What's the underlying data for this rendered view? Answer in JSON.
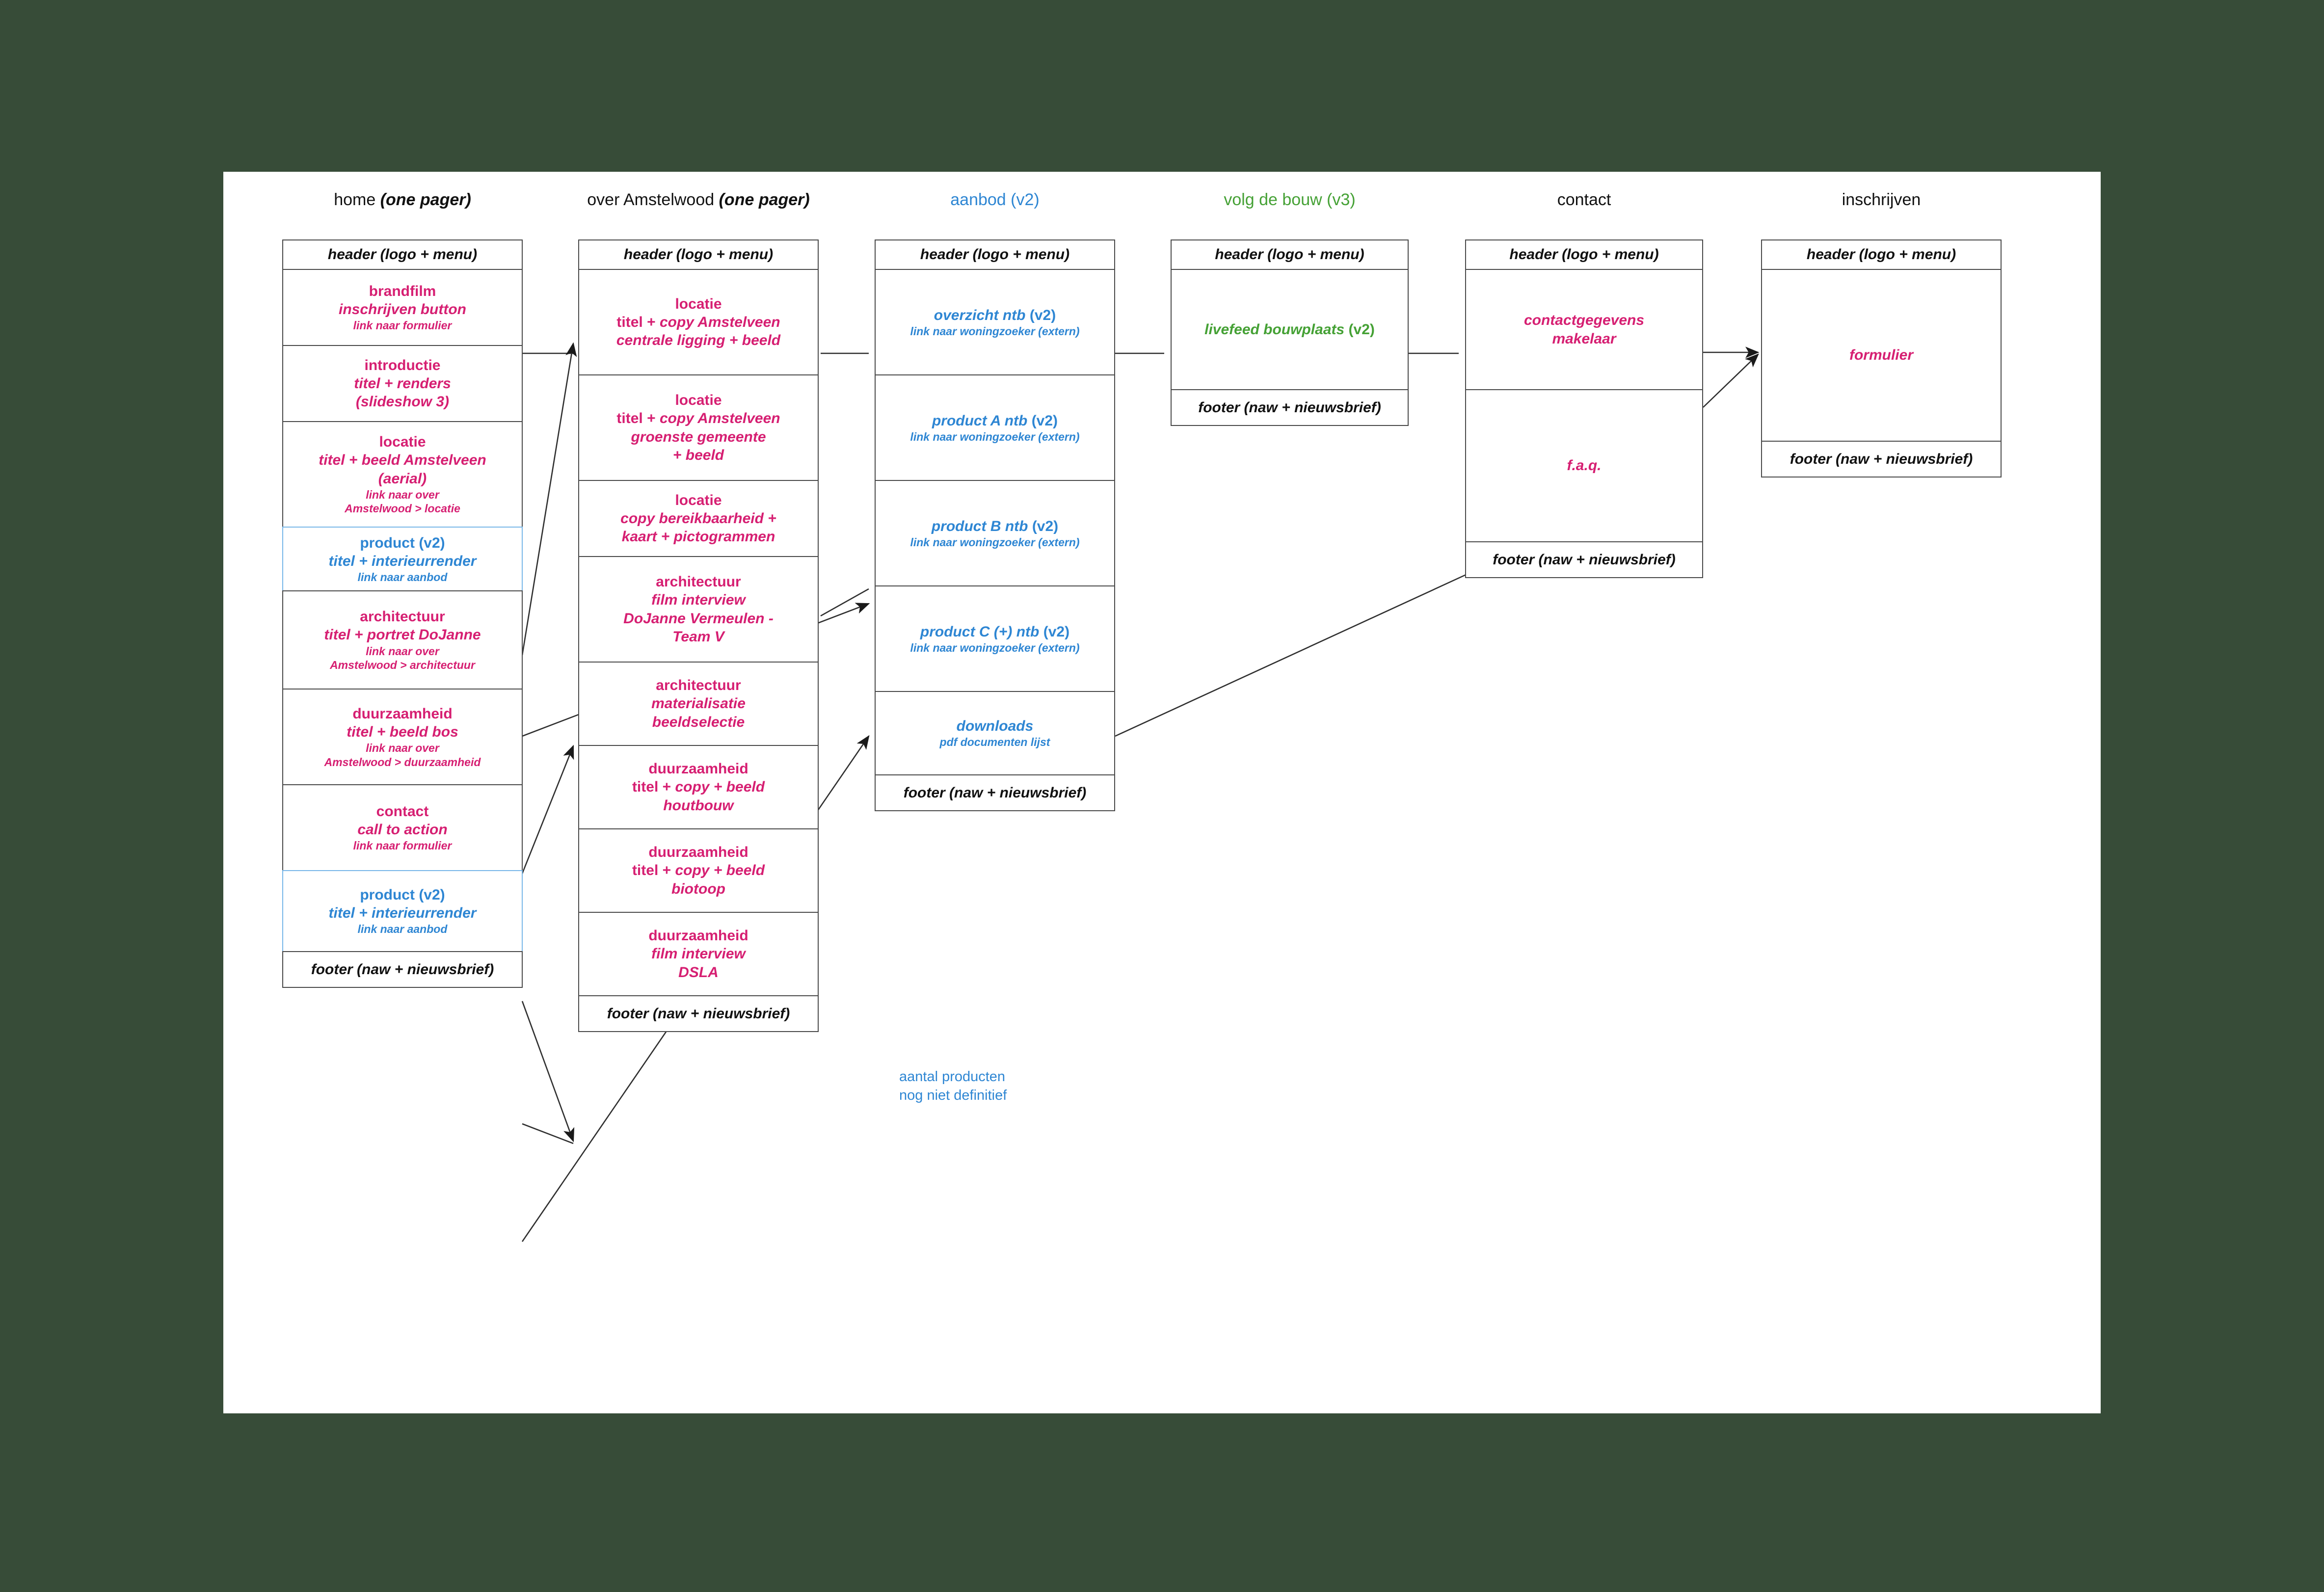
{
  "meta": {
    "canvas_background": "#ffffff",
    "page_background": "#374c38",
    "colors": {
      "pink": "#d61f72",
      "blue": "#2e86d3",
      "green": "#45a135",
      "black": "#111111",
      "box_border": "#4a4a4a",
      "blue_border": "#79b7e8"
    }
  },
  "note": {
    "line1": "aantal producten",
    "line2": "nog niet definitief"
  },
  "columns": [
    {
      "id": "home",
      "title_main": "home",
      "title_italic": "(one pager)",
      "title_color": "#111111",
      "blocks": [
        {
          "kind": "header",
          "lines": [
            {
              "text": "header (logo + menu)",
              "style": "hdr",
              "color": "black"
            }
          ]
        },
        {
          "kind": "content",
          "lines": [
            {
              "text": "brandfilm",
              "style": "t1",
              "color": "pink"
            },
            {
              "text": "inschrijven button",
              "style": "t2",
              "color": "pink"
            },
            {
              "text": "link naar formulier",
              "style": "t3",
              "color": "pink"
            }
          ]
        },
        {
          "kind": "content",
          "lines": [
            {
              "text": "introductie",
              "style": "t1",
              "color": "pink"
            },
            {
              "text": "titel + renders",
              "style": "t2",
              "color": "pink"
            },
            {
              "text": "(slideshow 3)",
              "style": "t2",
              "color": "pink"
            }
          ]
        },
        {
          "kind": "content",
          "lines": [
            {
              "text": "locatie",
              "style": "t1",
              "color": "pink"
            },
            {
              "text": "titel + beeld Amstelveen",
              "style": "t2",
              "color": "pink"
            },
            {
              "text": "(aerial)",
              "style": "t2",
              "color": "pink"
            },
            {
              "text": "link naar over",
              "style": "t3",
              "color": "pink"
            },
            {
              "text": "Amstelwood > locatie",
              "style": "t3",
              "color": "pink"
            }
          ]
        },
        {
          "kind": "content",
          "outline": "blue",
          "lines": [
            {
              "text": "product (v2)",
              "style": "t1",
              "color": "blue"
            },
            {
              "text": "titel + interieurrender",
              "style": "t2",
              "color": "blue"
            },
            {
              "text": "link naar aanbod",
              "style": "t3",
              "color": "blue"
            }
          ]
        },
        {
          "kind": "content",
          "lines": [
            {
              "text": "architectuur",
              "style": "t1",
              "color": "pink"
            },
            {
              "text": "titel + portret DoJanne",
              "style": "t2",
              "color": "pink"
            },
            {
              "text": "link naar over",
              "style": "t3",
              "color": "pink"
            },
            {
              "text": "Amstelwood > architectuur",
              "style": "t3",
              "color": "pink"
            }
          ]
        },
        {
          "kind": "content",
          "lines": [
            {
              "text": "duurzaamheid",
              "style": "t1",
              "color": "pink"
            },
            {
              "text": "titel + beeld bos",
              "style": "t2",
              "color": "pink"
            },
            {
              "text": "link naar over",
              "style": "t3",
              "color": "pink"
            },
            {
              "text": "Amstelwood > duurzaamheid",
              "style": "t3",
              "color": "pink"
            }
          ]
        },
        {
          "kind": "content",
          "lines": [
            {
              "text": "contact",
              "style": "t1",
              "color": "pink"
            },
            {
              "text": "call to action",
              "style": "t2",
              "color": "pink"
            },
            {
              "text": "link naar formulier",
              "style": "t3",
              "color": "pink"
            }
          ]
        },
        {
          "kind": "content",
          "outline": "blue",
          "lines": [
            {
              "text": "product (v2)",
              "style": "t1",
              "color": "blue"
            },
            {
              "text": "titel + interieurrender",
              "style": "t2",
              "color": "blue"
            },
            {
              "text": "link naar aanbod",
              "style": "t3",
              "color": "blue"
            }
          ]
        },
        {
          "kind": "footer",
          "lines": [
            {
              "text": "footer (naw + nieuwsbrief)",
              "style": "ftr",
              "color": "black"
            }
          ]
        }
      ]
    },
    {
      "id": "over-amstelwood",
      "title_main": "over Amstelwood",
      "title_italic": "(one pager)",
      "title_color": "#111111",
      "blocks": [
        {
          "kind": "header",
          "lines": [
            {
              "text": "header (logo + menu)",
              "style": "hdr",
              "color": "black"
            }
          ]
        },
        {
          "kind": "content",
          "lines": [
            {
              "text": "locatie",
              "style": "t1",
              "color": "pink"
            },
            {
              "text": "titel + copy Amstelveen",
              "style": "t2mix",
              "color": "pink"
            },
            {
              "text": "centrale ligging + beeld",
              "style": "t2",
              "color": "pink"
            }
          ]
        },
        {
          "kind": "content",
          "lines": [
            {
              "text": "locatie",
              "style": "t1",
              "color": "pink"
            },
            {
              "text": "titel + copy Amstelveen",
              "style": "t2mix",
              "color": "pink"
            },
            {
              "text": "groenste gemeente",
              "style": "t2",
              "color": "pink"
            },
            {
              "text": "+ beeld",
              "style": "t2",
              "color": "pink"
            }
          ]
        },
        {
          "kind": "content",
          "lines": [
            {
              "text": "locatie",
              "style": "t1",
              "color": "pink"
            },
            {
              "text": "copy bereikbaarheid +",
              "style": "t2",
              "color": "pink"
            },
            {
              "text": "kaart + pictogrammen",
              "style": "t2",
              "color": "pink"
            }
          ]
        },
        {
          "kind": "content",
          "lines": [
            {
              "text": "architectuur",
              "style": "t1",
              "color": "pink"
            },
            {
              "text": "film interview",
              "style": "t2",
              "color": "pink"
            },
            {
              "text": "DoJanne Vermeulen -",
              "style": "t2",
              "color": "pink"
            },
            {
              "text": "Team V",
              "style": "t2",
              "color": "pink"
            }
          ]
        },
        {
          "kind": "content",
          "lines": [
            {
              "text": "architectuur",
              "style": "t1",
              "color": "pink"
            },
            {
              "text": "materialisatie",
              "style": "t2",
              "color": "pink"
            },
            {
              "text": "beeldselectie",
              "style": "t2",
              "color": "pink"
            }
          ]
        },
        {
          "kind": "content",
          "lines": [
            {
              "text": "duurzaamheid",
              "style": "t1",
              "color": "pink"
            },
            {
              "text": "titel + copy  + beeld",
              "style": "t2mix2",
              "color": "pink"
            },
            {
              "text": "houtbouw",
              "style": "t2",
              "color": "pink"
            }
          ]
        },
        {
          "kind": "content",
          "lines": [
            {
              "text": "duurzaamheid",
              "style": "t1",
              "color": "pink"
            },
            {
              "text": "titel + copy  + beeld",
              "style": "t2mix2",
              "color": "pink"
            },
            {
              "text": "biotoop",
              "style": "t2",
              "color": "pink"
            }
          ]
        },
        {
          "kind": "content",
          "lines": [
            {
              "text": "duurzaamheid",
              "style": "t1",
              "color": "pink"
            },
            {
              "text": "film interview",
              "style": "t2",
              "color": "pink"
            },
            {
              "text": "DSLA",
              "style": "t2",
              "color": "pink"
            }
          ]
        },
        {
          "kind": "footer",
          "lines": [
            {
              "text": "footer (naw + nieuwsbrief)",
              "style": "ftr",
              "color": "black"
            }
          ]
        }
      ]
    },
    {
      "id": "aanbod",
      "title_main": "aanbod (v2)",
      "title_italic": "",
      "title_color": "#2e86d3",
      "blocks": [
        {
          "kind": "header",
          "lines": [
            {
              "text": "header (logo + menu)",
              "style": "hdr",
              "color": "black"
            }
          ]
        },
        {
          "kind": "content",
          "lines": [
            {
              "text": "overzicht ntb (v2)",
              "style": "t2mix3",
              "color": "blue"
            },
            {
              "text": "link naar woningzoeker (extern)",
              "style": "t3",
              "color": "blue"
            }
          ]
        },
        {
          "kind": "content",
          "lines": [
            {
              "text": "product A ntb (v2)",
              "style": "t2mix3",
              "color": "blue"
            },
            {
              "text": "link naar woningzoeker (extern)",
              "style": "t3",
              "color": "blue"
            }
          ]
        },
        {
          "kind": "content",
          "lines": [
            {
              "text": "product B ntb (v2)",
              "style": "t2mix3",
              "color": "blue"
            },
            {
              "text": "link naar woningzoeker (extern)",
              "style": "t3",
              "color": "blue"
            }
          ]
        },
        {
          "kind": "content",
          "lines": [
            {
              "text": "product C (+) ntb (v2)",
              "style": "t2mix3",
              "color": "blue"
            },
            {
              "text": "link naar woningzoeker (extern)",
              "style": "t3",
              "color": "blue"
            }
          ]
        },
        {
          "kind": "content",
          "lines": [
            {
              "text": "downloads",
              "style": "t2",
              "color": "blue"
            },
            {
              "text": "pdf documenten lijst",
              "style": "t3",
              "color": "blue"
            }
          ]
        },
        {
          "kind": "footer",
          "lines": [
            {
              "text": "footer (naw + nieuwsbrief)",
              "style": "ftr",
              "color": "black"
            }
          ]
        }
      ]
    },
    {
      "id": "volg-de-bouw",
      "title_main": "volg de bouw (v3)",
      "title_italic": "",
      "title_color": "#45a135",
      "blocks": [
        {
          "kind": "header",
          "lines": [
            {
              "text": "header (logo + menu)",
              "style": "hdr",
              "color": "black"
            }
          ]
        },
        {
          "kind": "content",
          "lines": [
            {
              "text": "livefeed bouwplaats (v2)",
              "style": "t2mix3",
              "color": "green"
            }
          ]
        },
        {
          "kind": "footer",
          "lines": [
            {
              "text": "footer (naw + nieuwsbrief)",
              "style": "ftr",
              "color": "black"
            }
          ]
        }
      ]
    },
    {
      "id": "contact",
      "title_main": "contact",
      "title_italic": "",
      "title_color": "#111111",
      "blocks": [
        {
          "kind": "header",
          "lines": [
            {
              "text": "header (logo + menu)",
              "style": "hdr",
              "color": "black"
            }
          ]
        },
        {
          "kind": "content",
          "lines": [
            {
              "text": "contactgegevens",
              "style": "t2",
              "color": "pink"
            },
            {
              "text": "makelaar",
              "style": "t2",
              "color": "pink"
            }
          ]
        },
        {
          "kind": "content",
          "lines": [
            {
              "text": "f.a.q.",
              "style": "t2",
              "color": "pink"
            }
          ]
        },
        {
          "kind": "footer",
          "lines": [
            {
              "text": "footer (naw + nieuwsbrief)",
              "style": "ftr",
              "color": "black"
            }
          ]
        }
      ]
    },
    {
      "id": "inschrijven",
      "title_main": "inschrijven",
      "title_italic": "",
      "title_color": "#111111",
      "blocks": [
        {
          "kind": "header",
          "lines": [
            {
              "text": "header (logo + menu)",
              "style": "hdr",
              "color": "black"
            }
          ]
        },
        {
          "kind": "content",
          "lines": [
            {
              "text": "formulier",
              "style": "t2",
              "color": "pink"
            }
          ]
        },
        {
          "kind": "footer",
          "lines": [
            {
              "text": "footer (naw + nieuwsbrief)",
              "style": "ftr",
              "color": "black"
            }
          ]
        }
      ]
    }
  ]
}
